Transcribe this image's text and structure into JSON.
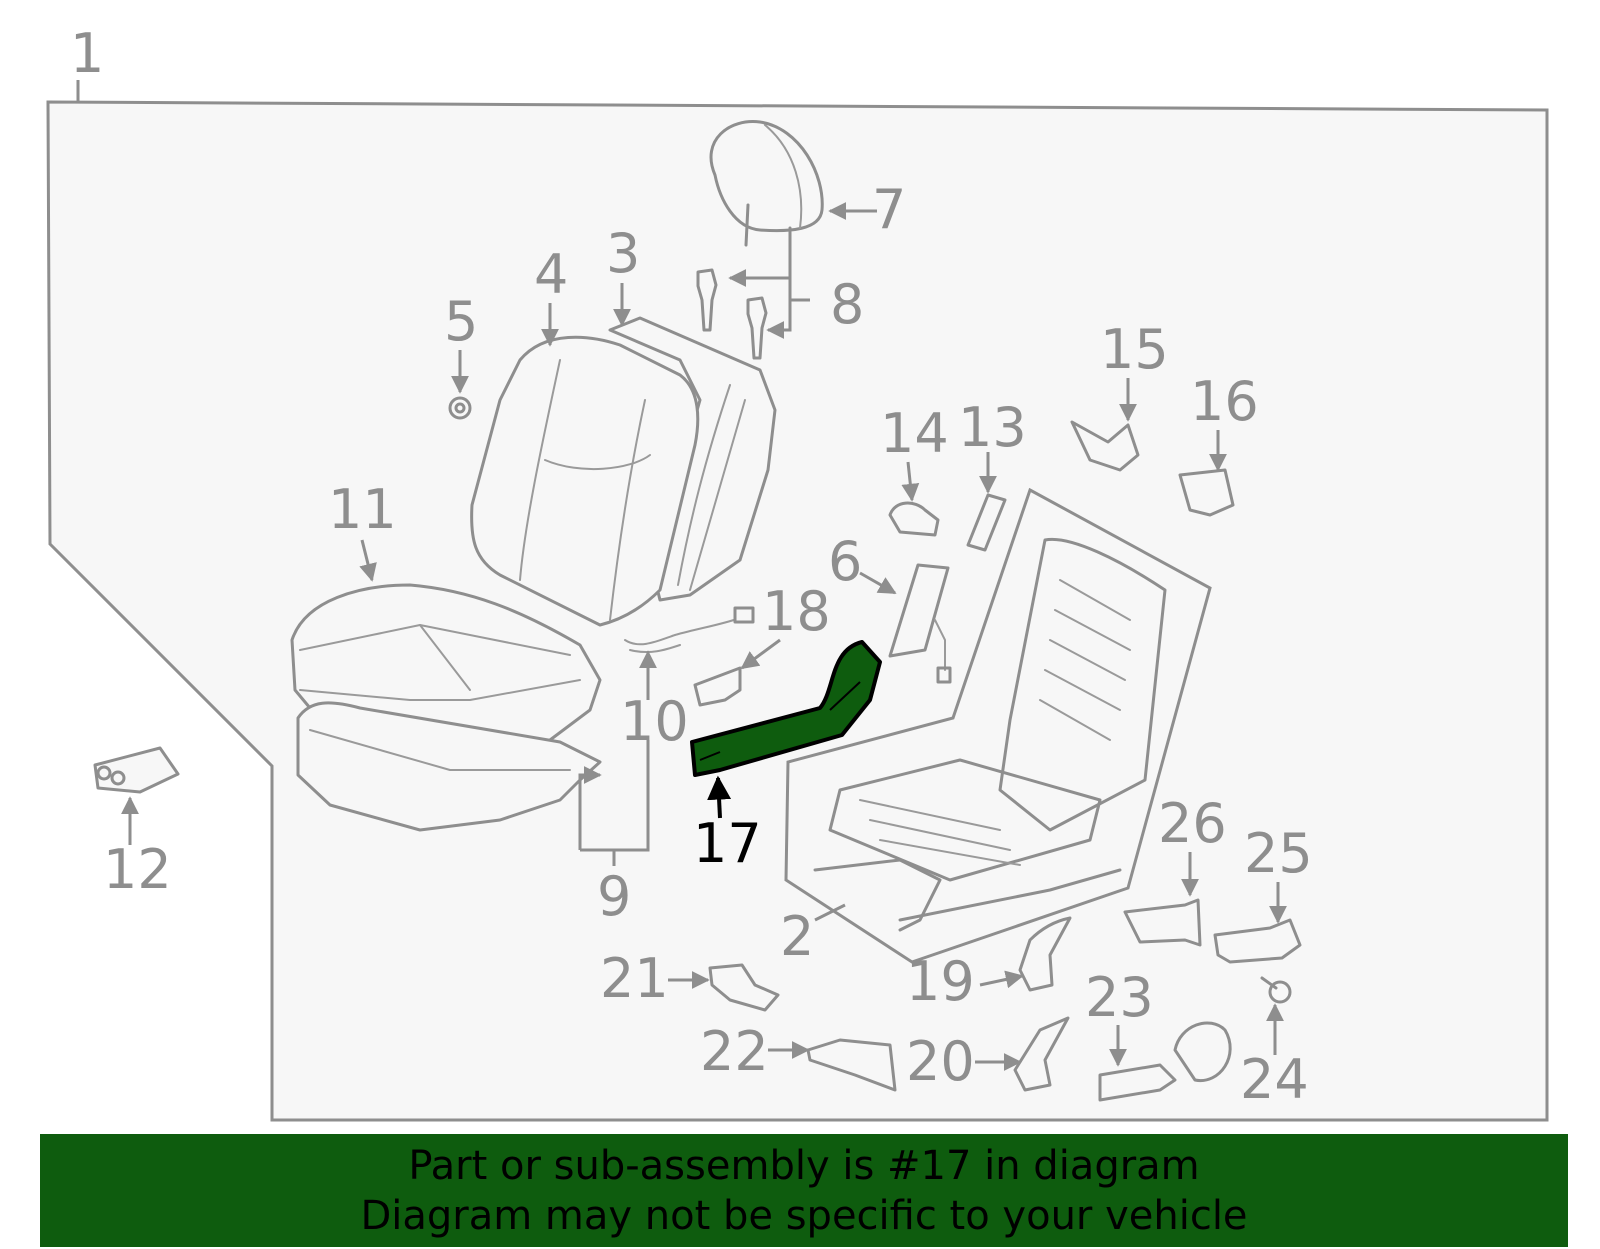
{
  "diagram": {
    "highlighted_part": "17",
    "highlight_color": "#0e5c0e",
    "line_color": "#8e8e8e",
    "panel_fill": "#f7f7f7",
    "callouts": {
      "c1": "1",
      "c2": "2",
      "c3": "3",
      "c4": "4",
      "c5": "5",
      "c6": "6",
      "c7": "7",
      "c8": "8",
      "c9": "9",
      "c10": "10",
      "c11": "11",
      "c12": "12",
      "c13": "13",
      "c14": "14",
      "c15": "15",
      "c16": "16",
      "c17": "17",
      "c18": "18",
      "c19": "19",
      "c20": "20",
      "c21": "21",
      "c22": "22",
      "c23": "23",
      "c24": "24",
      "c25": "25",
      "c26": "26"
    }
  },
  "banner": {
    "line1": "Part or sub-assembly is #17 in diagram",
    "line2": "Diagram may not be specific to your vehicle",
    "background": "#0e5c0e"
  }
}
